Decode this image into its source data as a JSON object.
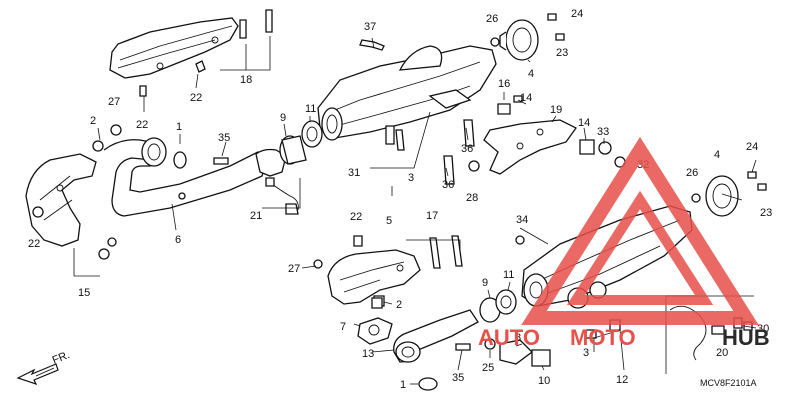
{
  "diagram": {
    "code": "MCV8F2101A",
    "front_label": "FR.",
    "callouts": [
      {
        "id": "c18",
        "text": "18"
      },
      {
        "id": "c22a",
        "text": "22"
      },
      {
        "id": "c37",
        "text": "37"
      },
      {
        "id": "c26a",
        "text": "26"
      },
      {
        "id": "c24a",
        "text": "24"
      },
      {
        "id": "c23a",
        "text": "23"
      },
      {
        "id": "c4a",
        "text": "4"
      },
      {
        "id": "c16",
        "text": "16"
      },
      {
        "id": "c14a",
        "text": "14"
      },
      {
        "id": "c19",
        "text": "19"
      },
      {
        "id": "c14b",
        "text": "14"
      },
      {
        "id": "c33",
        "text": "33"
      },
      {
        "id": "c32",
        "text": "32"
      },
      {
        "id": "c27a",
        "text": "27"
      },
      {
        "id": "c2a",
        "text": "2"
      },
      {
        "id": "c22b",
        "text": "22"
      },
      {
        "id": "c1a",
        "text": "1"
      },
      {
        "id": "c35a",
        "text": "35"
      },
      {
        "id": "c9a",
        "text": "9"
      },
      {
        "id": "c11a",
        "text": "11"
      },
      {
        "id": "c36a",
        "text": "36"
      },
      {
        "id": "c36b",
        "text": "36"
      },
      {
        "id": "c28",
        "text": "28"
      },
      {
        "id": "c31",
        "text": "31"
      },
      {
        "id": "c3a",
        "text": "3"
      },
      {
        "id": "c5",
        "text": "5"
      },
      {
        "id": "c6",
        "text": "6"
      },
      {
        "id": "c21",
        "text": "21"
      },
      {
        "id": "c22c",
        "text": "22"
      },
      {
        "id": "c15",
        "text": "15"
      },
      {
        "id": "c4b",
        "text": "4"
      },
      {
        "id": "c24b",
        "text": "24"
      },
      {
        "id": "c26b",
        "text": "26"
      },
      {
        "id": "c23b",
        "text": "23"
      },
      {
        "id": "c22d",
        "text": "22"
      },
      {
        "id": "c17",
        "text": "17"
      },
      {
        "id": "c34",
        "text": "34"
      },
      {
        "id": "c27b",
        "text": "27"
      },
      {
        "id": "c2b",
        "text": "2"
      },
      {
        "id": "c7",
        "text": "7"
      },
      {
        "id": "c13",
        "text": "13"
      },
      {
        "id": "c1b",
        "text": "1"
      },
      {
        "id": "c35b",
        "text": "35"
      },
      {
        "id": "c9b",
        "text": "9"
      },
      {
        "id": "c11b",
        "text": "11"
      },
      {
        "id": "c8",
        "text": "8"
      },
      {
        "id": "c25",
        "text": "25"
      },
      {
        "id": "c10",
        "text": "10"
      },
      {
        "id": "c3b",
        "text": "3"
      },
      {
        "id": "c12",
        "text": "12"
      },
      {
        "id": "c30",
        "text": "30"
      },
      {
        "id": "c20",
        "text": "20"
      }
    ]
  },
  "watermark": {
    "text_auto": "AUTO",
    "text_moto": "MOTO",
    "text_hub": "HUB",
    "color_red": "#e8504a",
    "color_dark": "#2a2a2a"
  }
}
